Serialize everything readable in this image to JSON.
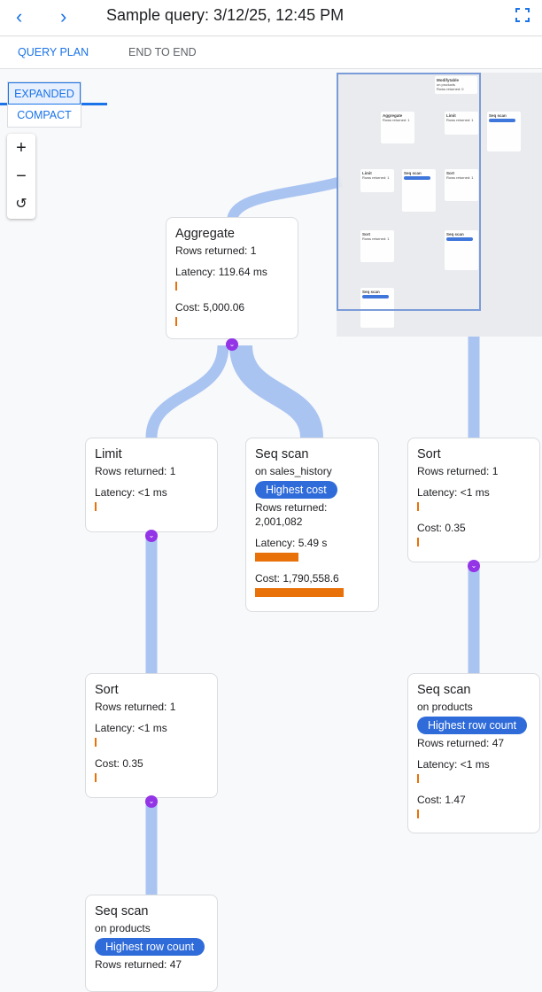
{
  "header": {
    "title": "Sample query: 3/12/25, 12:45 PM",
    "back_icon": "chevron-left-icon",
    "forward_icon": "chevron-right-icon",
    "fullscreen_icon": "fullscreen-icon"
  },
  "tabs": [
    {
      "label": "QUERY PLAN",
      "active": true
    },
    {
      "label": "END TO END",
      "active": false
    }
  ],
  "view_toggle": {
    "options": [
      "EXPANDED",
      "COMPACT"
    ],
    "selected": "EXPANDED"
  },
  "zoom_controls": {
    "zoom_in": "+",
    "zoom_out": "−",
    "reset": "↺"
  },
  "colors": {
    "accent": "#1a73e8",
    "bar": "#e8710a",
    "badge": "#2f6bd9",
    "edge": "#aac4f2",
    "chevron": "#9334e6"
  },
  "nodes": [
    {
      "title": "Aggregate",
      "rows": "Rows returned: 1",
      "latency": "Latency: 119.64 ms",
      "cost": "Cost: 5,000.06"
    },
    {
      "title": "Limit",
      "rows": "Rows returned: 1",
      "latency": "Latency: <1 ms"
    },
    {
      "title": "Seq scan",
      "on": "on sales_history",
      "badge": "Highest cost",
      "rows": "Rows returned:",
      "rows_value": "2,001,082",
      "latency": "Latency: 5.49 s",
      "cost": "Cost: 1,790,558.6"
    },
    {
      "title": "Sort",
      "rows": "Rows returned: 1",
      "latency": "Latency: <1 ms",
      "cost": "Cost: 0.35"
    },
    {
      "title": "Sort",
      "rows": "Rows returned: 1",
      "latency": "Latency: <1 ms",
      "cost": "Cost: 0.35"
    },
    {
      "title": "Seq scan",
      "on": "on products",
      "badge": "Highest row count",
      "rows": "Rows returned: 47",
      "latency": "Latency: <1 ms",
      "cost": "Cost: 1.47"
    },
    {
      "title": "Seq scan",
      "on": "on products",
      "badge": "Highest row count",
      "rows": "Rows returned: 47"
    }
  ],
  "minimap": {
    "nodes": [
      "Modifytable",
      "Aggregate",
      "Limit",
      "Seq scan",
      "Limit",
      "Seq scan",
      "Sort",
      "Sort",
      "Seq scan",
      "Seq scan"
    ],
    "on_products": "on products",
    "rows_0": "Rows returned: 0",
    "rows_1": "Rows returned: 1"
  }
}
